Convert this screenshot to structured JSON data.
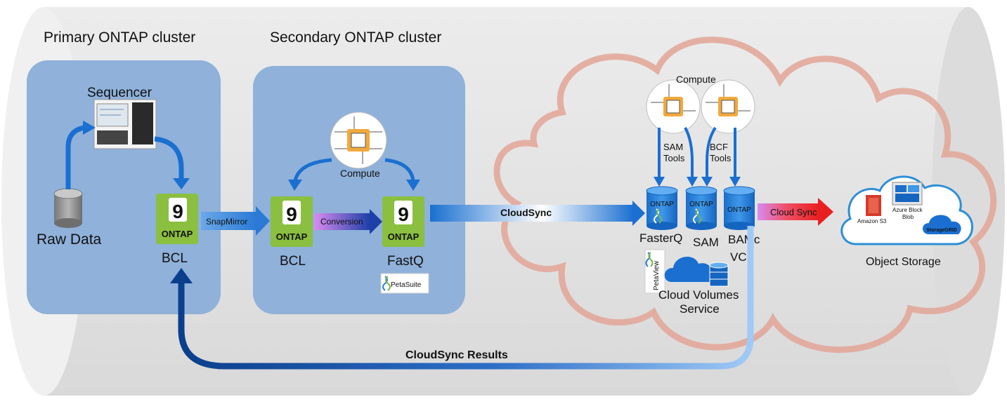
{
  "primary_cluster": {
    "title": "Primary ONTAP cluster",
    "sequencer_label": "Sequencer",
    "raw_data_label": "Raw Data",
    "bcl_label": "BCL"
  },
  "secondary_cluster": {
    "title": "Secondary ONTAP cluster",
    "compute_label": "Compute",
    "bcl_label": "BCL",
    "fastq_label": "FastQ",
    "petasuite_label": "PetaSuite"
  },
  "ontap_tile": {
    "number": "9",
    "text": "ONTAP"
  },
  "arrows": {
    "snapmirror": "SnapMirror",
    "conversion": "Conversion",
    "cloudsync": "CloudSync",
    "cloud_sync": "Cloud Sync",
    "cloudsync_results": "CloudSync Results"
  },
  "cloud": {
    "compute_label": "Compute",
    "sam_tools_line1": "SAM",
    "sam_tools_line2": "Tools",
    "bcf_tools_line1": "BCF",
    "bcf_tools_line2": "Tools",
    "db_ontap": "ONTAP",
    "fasterq_label": "FasterQ",
    "sam_label": "SAM",
    "bamc_label": "BAMc",
    "vcf_label": "VCF",
    "petaview_label": "PetaView",
    "cvs_line1": "Cloud Volumes",
    "cvs_line2": "Service"
  },
  "object_storage": {
    "label": "Object Storage",
    "amazon_s3": "Amazon S3",
    "azure_line1": "Azure Block",
    "azure_line2": "Blob",
    "storagegrid": "StorageGRID"
  },
  "colors": {
    "cylinder": "#e6e6e6",
    "panel": "#8fb1da",
    "ontap_green": "#8bbf3f",
    "blue_arrow": "#1a6fd0",
    "dark_blue": "#0b3f8c",
    "cloud_outline": "#e3a596",
    "red_arrow": "#e8201f",
    "purple": "#c46fe0"
  }
}
